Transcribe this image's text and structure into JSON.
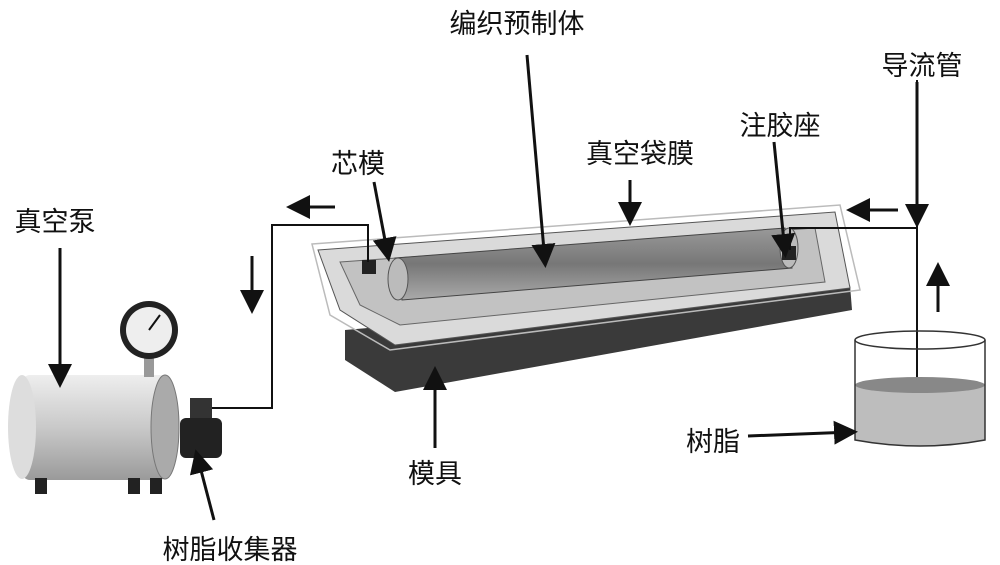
{
  "labels": {
    "preform": "编织预制体",
    "flow_tube": "导流管",
    "injection_seat": "注胶座",
    "vacuum_bag": "真空袋膜",
    "mandrel": "芯模",
    "vacuum_pump": "真空泵",
    "mold": "模具",
    "resin": "树脂",
    "resin_collector": "树脂收集器"
  },
  "colors": {
    "line": "#111111",
    "mold_dark": "#3a3a3a",
    "mold_light": "#d8d8d8",
    "pump": "#c8c8c8",
    "resin": "#b8b8b8"
  }
}
